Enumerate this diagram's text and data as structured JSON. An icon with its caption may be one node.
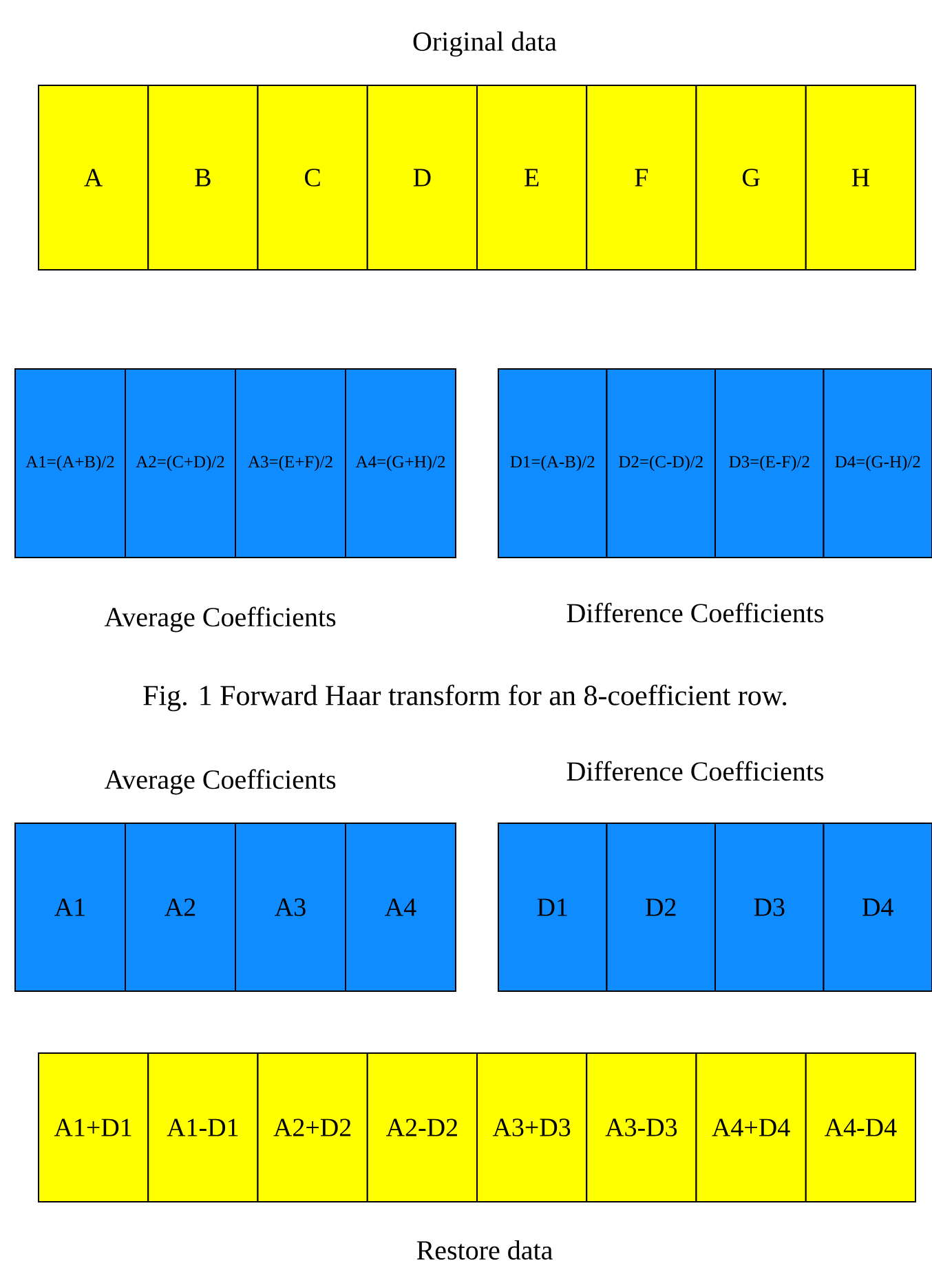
{
  "diagram": {
    "caption": "Fig. 1 Forward Haar transform for an 8-coefficient row.",
    "nodes": [
      {
        "text": [
          "A"
        ]
      },
      {
        "text": [
          "B"
        ]
      },
      {
        "text": [
          "C"
        ]
      },
      {
        "text": [
          "D"
        ]
      },
      {
        "text": [
          "E"
        ]
      },
      {
        "text": [
          "F"
        ]
      },
      {
        "text": [
          "G"
        ]
      },
      {
        "text": [
          "H"
        ]
      },
      {
        "text": [
          "A1=(A+B)/2"
        ]
      },
      {
        "text": [
          "A2=(C+D)/2"
        ]
      },
      {
        "text": [
          "A3=(E+F)/2"
        ]
      },
      {
        "text": [
          "A4=(G+H)/2"
        ]
      },
      {
        "text": [
          "D1=(A-B)/2"
        ]
      },
      {
        "text": [
          "D2=(C-D)/2"
        ]
      },
      {
        "text": [
          "D3=(E-F)/2"
        ]
      },
      {
        "text": [
          "D4=(G-H)/2"
        ]
      },
      {
        "text": [
          "A1"
        ]
      },
      {
        "text": [
          "A2"
        ]
      },
      {
        "text": [
          "A3"
        ]
      },
      {
        "text": [
          "A4"
        ]
      },
      {
        "text": [
          "D1"
        ]
      },
      {
        "text": [
          "D2"
        ]
      },
      {
        "text": [
          "D3"
        ]
      },
      {
        "text": [
          "D4"
        ]
      },
      {
        "text": [
          "A1+D1"
        ]
      },
      {
        "text": [
          "A1-D1"
        ]
      },
      {
        "text": [
          "A2+D2"
        ]
      },
      {
        "text": [
          "A2-D2"
        ]
      },
      {
        "text": [
          "A3+D3"
        ]
      },
      {
        "text": [
          "A3-D3"
        ]
      },
      {
        "text": [
          "A4+D4"
        ]
      },
      {
        "text": [
          "A4-D4"
        ]
      }
    ],
    "edges": [],
    "labels": [
      "Original data",
      "Average Coefficients",
      "Difference Coefficients",
      "Average Coefficients",
      "Difference Coefficients",
      "Restore data"
    ]
  }
}
